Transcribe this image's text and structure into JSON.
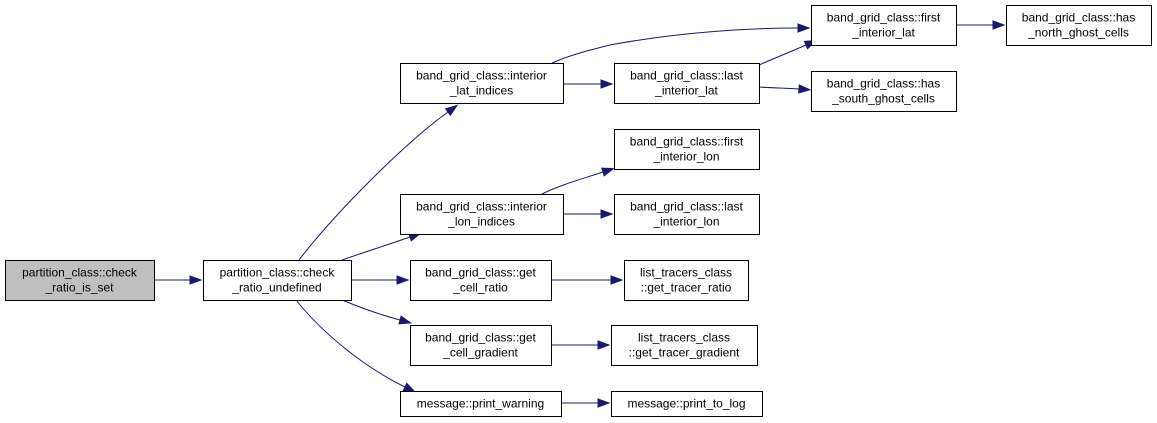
{
  "colors": {
    "edge": "#191970",
    "node_fill": "#ffffff",
    "root_fill": "#bfbfbf",
    "node_border": "#000000"
  },
  "nodes": [
    {
      "id": "n0",
      "lines": [
        "partition_class::check",
        "_ratio_is_set"
      ],
      "root": true
    },
    {
      "id": "n1",
      "lines": [
        "partition_class::check",
        "_ratio_undefined"
      ]
    },
    {
      "id": "n2",
      "lines": [
        "band_grid_class::interior",
        "_lat_indices"
      ]
    },
    {
      "id": "n3",
      "lines": [
        "band_grid_class::interior",
        "_lon_indices"
      ]
    },
    {
      "id": "n4",
      "lines": [
        "band_grid_class::get",
        "_cell_ratio"
      ]
    },
    {
      "id": "n5",
      "lines": [
        "band_grid_class::get",
        "_cell_gradient"
      ]
    },
    {
      "id": "n6",
      "lines": [
        "message::print_warning"
      ]
    },
    {
      "id": "n7",
      "lines": [
        "band_grid_class::first",
        "_interior_lat"
      ]
    },
    {
      "id": "n8",
      "lines": [
        "band_grid_class::last",
        "_interior_lat"
      ]
    },
    {
      "id": "n9",
      "lines": [
        "band_grid_class::has",
        "_north_ghost_cells"
      ]
    },
    {
      "id": "n10",
      "lines": [
        "band_grid_class::has",
        "_south_ghost_cells"
      ]
    },
    {
      "id": "n11",
      "lines": [
        "band_grid_class::first",
        "_interior_lon"
      ]
    },
    {
      "id": "n12",
      "lines": [
        "band_grid_class::last",
        "_interior_lon"
      ]
    },
    {
      "id": "n13",
      "lines": [
        "list_tracers_class",
        "::get_tracer_ratio"
      ]
    },
    {
      "id": "n14",
      "lines": [
        "list_tracers_class",
        "::get_tracer_gradient"
      ]
    },
    {
      "id": "n15",
      "lines": [
        "message::print_to_log"
      ]
    }
  ],
  "edges": [
    {
      "from": "n0",
      "to": "n1"
    },
    {
      "from": "n1",
      "to": "n2"
    },
    {
      "from": "n1",
      "to": "n3"
    },
    {
      "from": "n1",
      "to": "n4"
    },
    {
      "from": "n1",
      "to": "n5"
    },
    {
      "from": "n1",
      "to": "n6"
    },
    {
      "from": "n2",
      "to": "n7"
    },
    {
      "from": "n2",
      "to": "n8"
    },
    {
      "from": "n8",
      "to": "n7"
    },
    {
      "from": "n8",
      "to": "n10"
    },
    {
      "from": "n7",
      "to": "n9"
    },
    {
      "from": "n3",
      "to": "n11"
    },
    {
      "from": "n3",
      "to": "n12"
    },
    {
      "from": "n4",
      "to": "n13"
    },
    {
      "from": "n5",
      "to": "n14"
    },
    {
      "from": "n6",
      "to": "n15"
    }
  ]
}
